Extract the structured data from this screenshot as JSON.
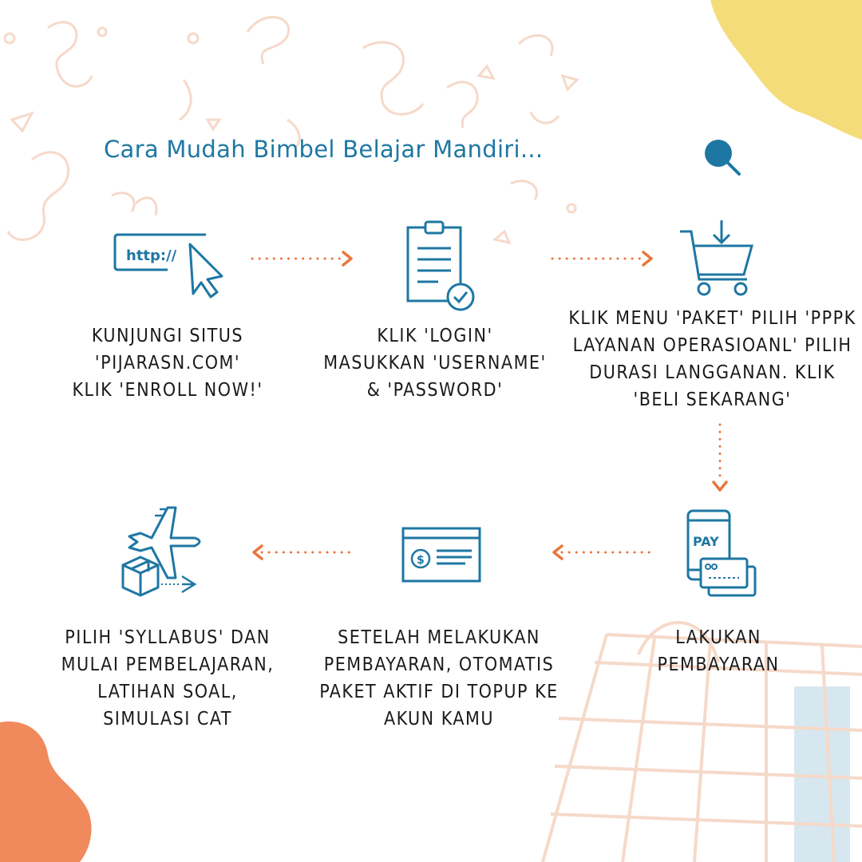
{
  "title": "Cara Mudah Bimbel Belajar Mandiri...",
  "steps": [
    {
      "text": "Kunjungi situs\n'pijarasn.com'\nklik 'enroll now!'",
      "icon": "browser-cursor-icon",
      "url_label": "http://"
    },
    {
      "text": "Klik 'login'\nMasukkan 'username'\n& 'password'",
      "icon": "clipboard-check-icon"
    },
    {
      "text": "Klik menu 'paket' pilih 'PPPK\nLayanan Operasioanl'  pilih\ndurasi langganan. Klik\n'beli sekarang'",
      "icon": "shopping-cart-icon"
    },
    {
      "text": "Lakukan\npembayaran",
      "icon": "mobile-pay-icon",
      "pay_label": "PAY"
    },
    {
      "text": "Setelah melakukan\npembayaran, otomatis\npaket aktif di topup ke\nakun kamu",
      "icon": "payment-card-icon"
    },
    {
      "text": "Pilih 'syllabus' dan\nmulai pembelajaran,\nlatihan soal,\nsimulasi CAT",
      "icon": "plane-delivery-icon"
    }
  ],
  "colors": {
    "accent": "#1e77a3",
    "arrow": "#e8773e",
    "yellow": "#f5dc7a",
    "orange": "#f08a5d",
    "confetti": "#f6d9c9"
  }
}
